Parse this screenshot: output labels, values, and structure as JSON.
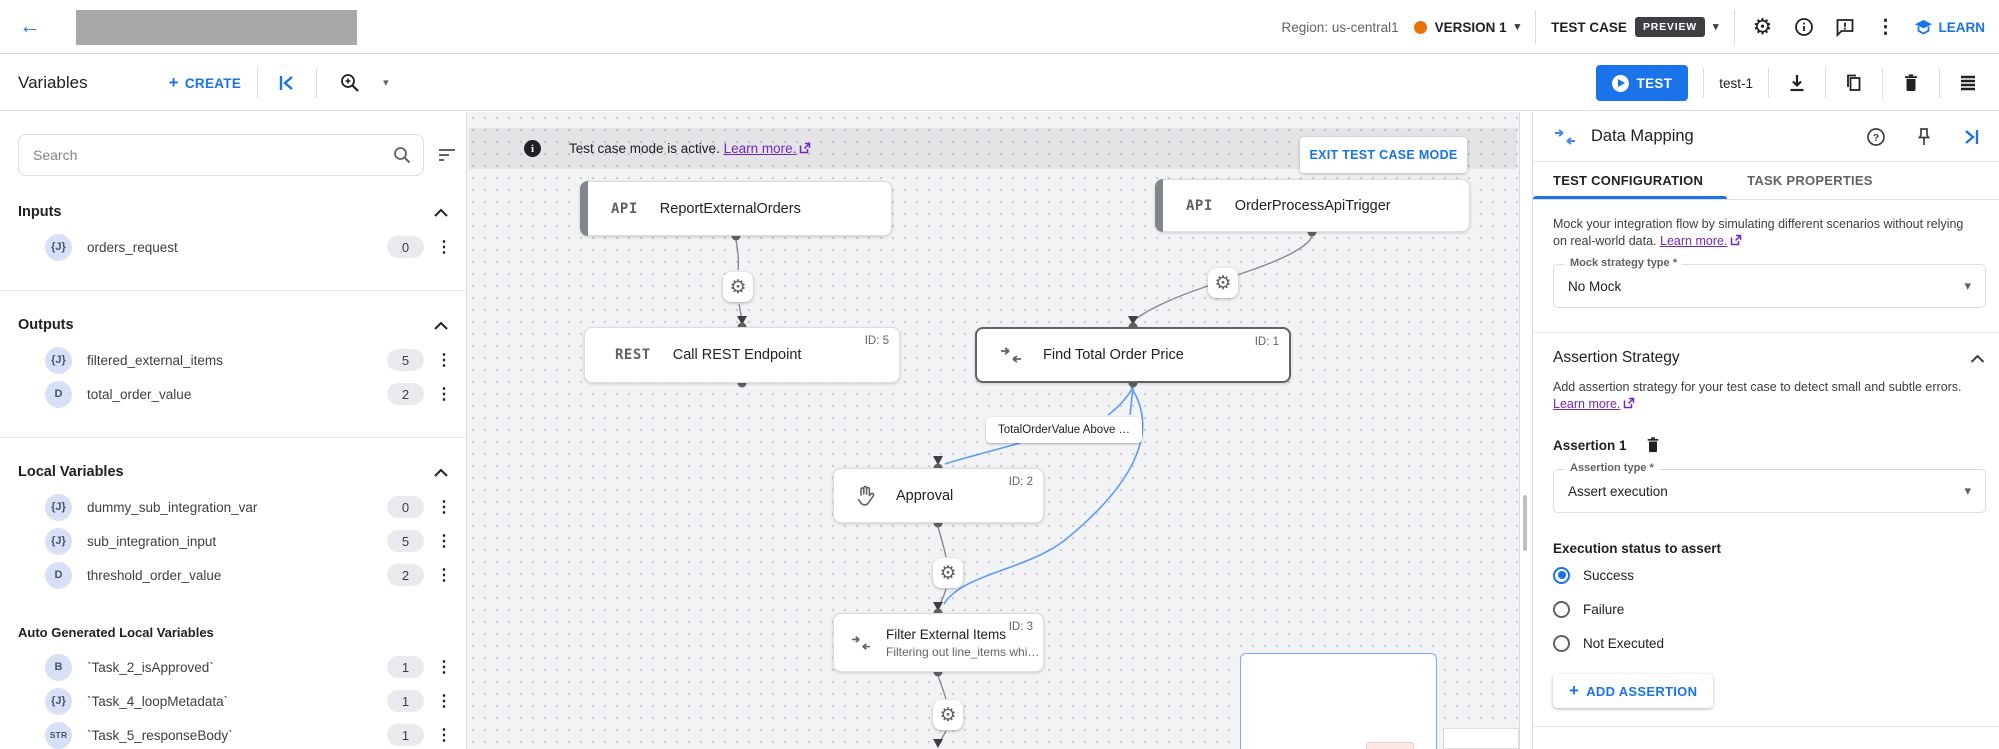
{
  "topbar": {
    "region": "Region: us-central1",
    "version": "VERSION 1",
    "test_case_label": "TEST CASE",
    "preview_badge": "PREVIEW",
    "learn": "LEARN"
  },
  "toolbar": {
    "title": "Variables",
    "create": "CREATE",
    "test": "TEST",
    "test_case_name": "test-1"
  },
  "sidebar": {
    "search_placeholder": "Search",
    "sections": [
      {
        "title": "Inputs",
        "items": [
          {
            "icon": "{J}",
            "name": "orders_request",
            "count": "0"
          }
        ]
      },
      {
        "title": "Outputs",
        "items": [
          {
            "icon": "{J}",
            "name": "filtered_external_items",
            "count": "5"
          },
          {
            "icon": "D",
            "name": "total_order_value",
            "count": "2"
          }
        ]
      },
      {
        "title": "Local Variables",
        "items": [
          {
            "icon": "{J}",
            "name": "dummy_sub_integration_var",
            "count": "0"
          },
          {
            "icon": "{J}",
            "name": "sub_integration_input",
            "count": "5"
          },
          {
            "icon": "D",
            "name": "threshold_order_value",
            "count": "2"
          }
        ]
      },
      {
        "title": "Auto Generated Local Variables",
        "items": [
          {
            "icon": "B",
            "name": "`Task_2_isApproved`",
            "count": "1"
          },
          {
            "icon": "{J}",
            "name": "`Task_4_loopMetadata`",
            "count": "1"
          },
          {
            "icon": "STR",
            "name": "`Task_5_responseBody`",
            "count": "1"
          }
        ]
      }
    ]
  },
  "canvas": {
    "banner": {
      "text": "Test case mode is active.",
      "link": "Learn more.",
      "exit_button": "EXIT TEST CASE MODE"
    },
    "nodes": {
      "trigger1": {
        "badge": "API",
        "title": "ReportExternalOrders"
      },
      "trigger2": {
        "badge": "API",
        "title": "OrderProcessApiTrigger"
      },
      "rest": {
        "badge": "REST",
        "title": "Call REST Endpoint",
        "id": "ID: 5"
      },
      "find": {
        "title": "Find Total Order Price",
        "id": "ID: 1"
      },
      "approval": {
        "title": "Approval",
        "id": "ID: 2"
      },
      "filter": {
        "title": "Filter External Items",
        "subtitle": "Filtering out line_items whi…",
        "id": "ID: 3"
      }
    },
    "edge_label": "TotalOrderValue Above …"
  },
  "panel": {
    "title": "Data Mapping",
    "tabs": [
      {
        "label": "TEST CONFIGURATION"
      },
      {
        "label": "TASK PROPERTIES"
      }
    ],
    "mock_description": "Mock your integration flow by simulating different scenarios without relying on real-world data.",
    "learn_more": "Learn more.",
    "mock_label": "Mock strategy type *",
    "mock_value": "No Mock",
    "assertion_heading": "Assertion Strategy",
    "assertion_description": "Add assertion strategy for your test case to detect small and subtle errors.",
    "assertion_title": "Assertion 1",
    "type_label": "Assertion type *",
    "type_value": "Assert execution",
    "status_label": "Execution status to assert",
    "radios": [
      {
        "label": "Success",
        "selected": true
      },
      {
        "label": "Failure",
        "selected": false
      },
      {
        "label": "Not Executed",
        "selected": false
      }
    ],
    "add_button": "ADD ASSERTION"
  },
  "colors": {
    "accent": "#1a73e8",
    "version_dot": "#e8710a",
    "preview_badge_bg": "#3c4043",
    "link_purple": "#7627bb",
    "edge_blue": "#5c9cf5",
    "selected_node_border": "#5f6368"
  }
}
